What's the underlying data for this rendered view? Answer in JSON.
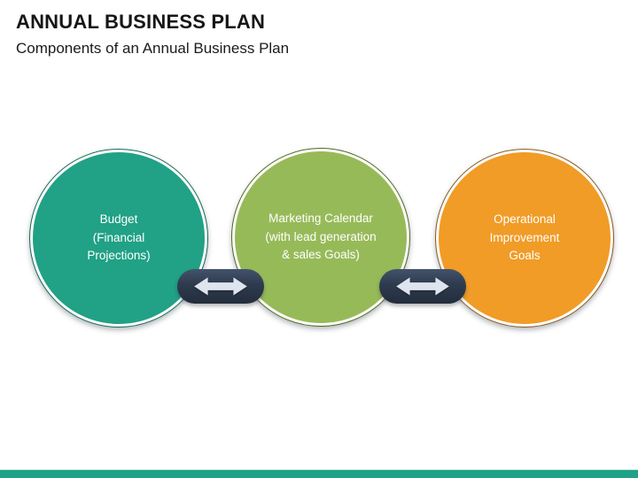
{
  "header": {
    "title": "ANNUAL BUSINESS PLAN",
    "subtitle": "Components of an Annual Business Plan"
  },
  "colors": {
    "pill": "#2E3B4E",
    "pill_light": "#43536A",
    "pill_dark": "#232D3C",
    "arrow": "#DFE5EE",
    "bar": "#1FA188"
  },
  "diagram": {
    "nodes": [
      {
        "id": "budget",
        "label": "Budget\n(Financial\nProjections)",
        "fill": "#21A185",
        "ring": "#156A54"
      },
      {
        "id": "marketing",
        "label": "Marketing Calendar\n(with lead generation\n& sales Goals)",
        "fill": "#97BA59",
        "ring": "#51691F"
      },
      {
        "id": "operational",
        "label": "Operational\nImprovement\nGoals",
        "fill": "#F09C27",
        "ring": "#8A5A1E"
      }
    ],
    "connectors": [
      {
        "type": "double-arrow"
      },
      {
        "type": "double-arrow"
      }
    ]
  }
}
